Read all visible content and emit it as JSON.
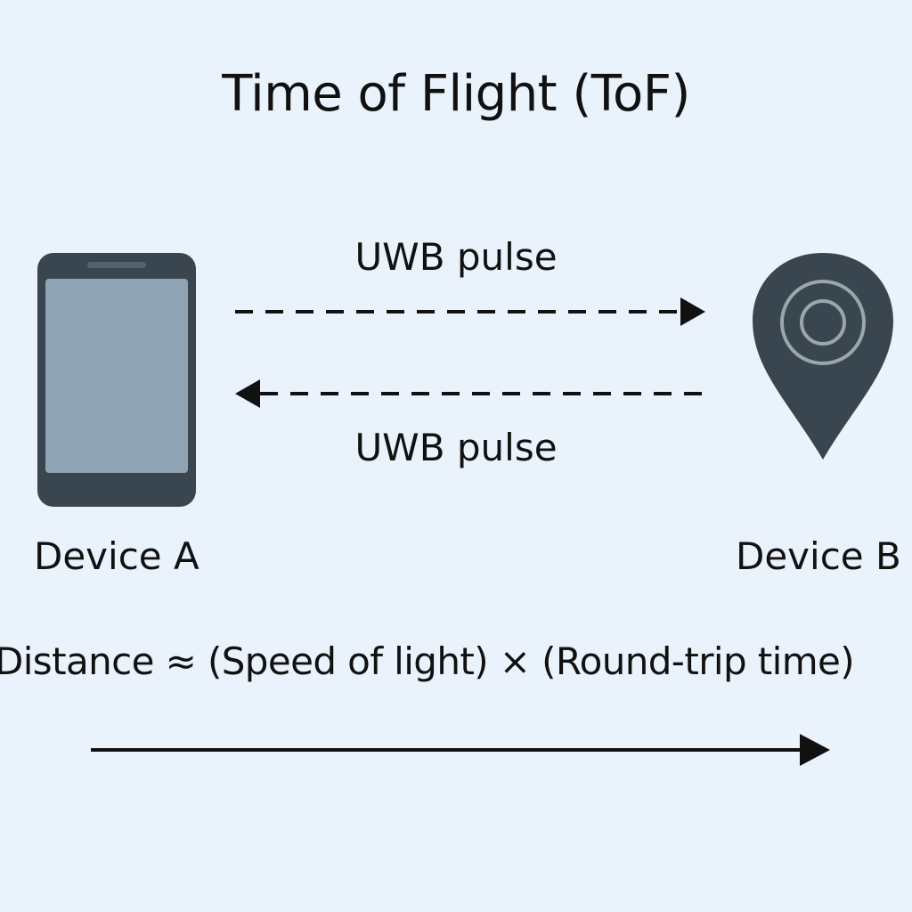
{
  "title": "Time of Flight (ToF)",
  "pulse_outbound": {
    "label": "UWB pulse",
    "direction": "A to B"
  },
  "pulse_return": {
    "label": "UWB pulse",
    "direction": "B to A"
  },
  "device_a": {
    "label": "Device A",
    "icon": "smartphone-icon"
  },
  "device_b": {
    "label": "Device B",
    "icon": "location-tag-icon"
  },
  "formula": "Distance ≈ (Speed of light) × (Round-trip time)",
  "colors": {
    "background": "#EAF3FB",
    "device_body": "#3A464F",
    "phone_screen": "#8FA3B3",
    "tag_rings": "#9AA6AE",
    "text": "#111111"
  }
}
